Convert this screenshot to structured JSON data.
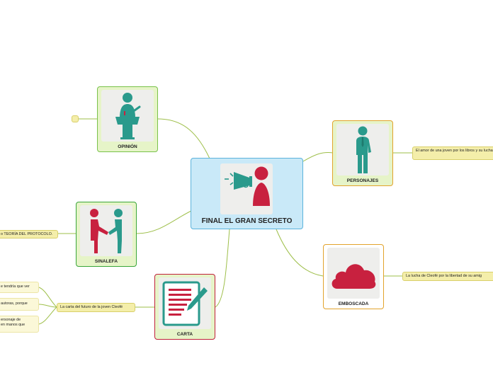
{
  "center": {
    "title": "FINAL EL GRAN SECRETO",
    "icon": "speaker-megaphone-icon"
  },
  "branches": {
    "opinion": {
      "label": "OPINIÓN",
      "icon": "speaker-podium-icon"
    },
    "personajes": {
      "label": "PERSONAJES",
      "icon": "businessman-icon",
      "note": "El amor de una joven por los libros y su lucha."
    },
    "sinalefa": {
      "label": "SINALEFA",
      "icon": "handshake-icon",
      "note": "o TEORÍA DEL PROTOCOLO."
    },
    "carta": {
      "label": "CARTA",
      "icon": "document-pen-icon",
      "note": "La carta del futuro de la joven Cleofé",
      "subnotes": [
        "e tendría que ver",
        "autoras, porque",
        "ersonaje de\nen manos que"
      ]
    },
    "emboscada": {
      "label": "EMBOSCADA",
      "icon": "cloud-icon",
      "note": "La lucha de Cleofé por la libertad de su amig"
    }
  },
  "colors": {
    "center_border": "#5bb3dc",
    "center_fill": "#c9e9f8",
    "green_border": "#79c24a",
    "green_fill": "#e6f4c8",
    "red_border": "#c0203a",
    "orange_border": "#e2a32c",
    "teal": "#2a9a8c",
    "red": "#c8213f"
  }
}
